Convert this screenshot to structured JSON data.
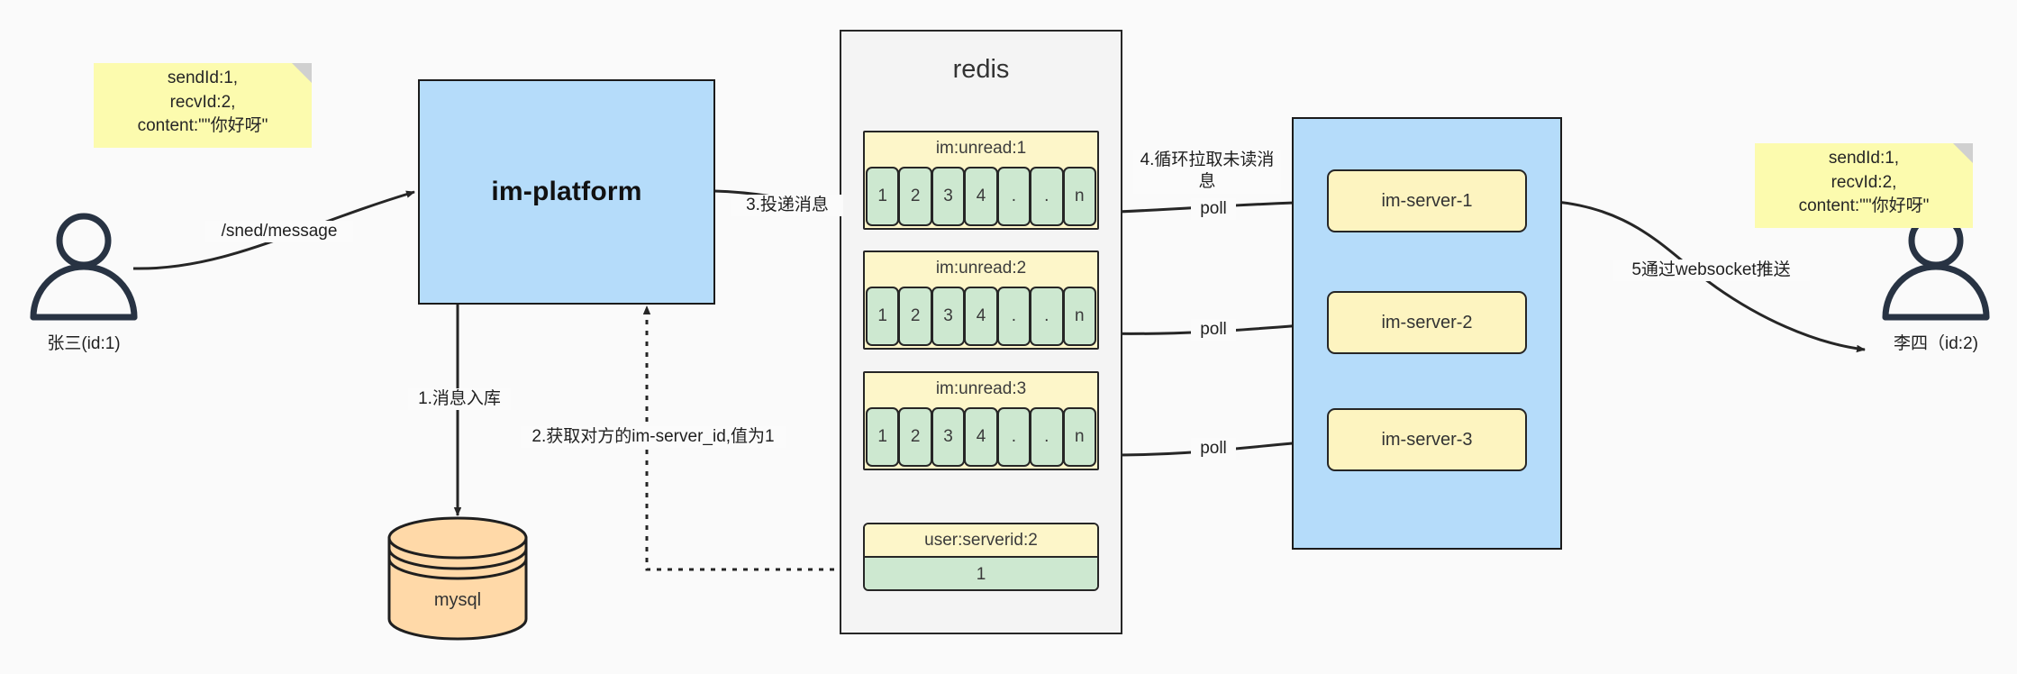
{
  "diagram": {
    "title": "IM message delivery architecture",
    "background": "#fafafa"
  },
  "notes": {
    "left": "sendId:1,\nrecvId:2,\ncontent:\"\"你好呀\"",
    "right": "sendId:1,\nrecvId:2,\ncontent:\"\"你好呀\""
  },
  "actors": {
    "sender": {
      "label": "张三(id:1)",
      "icon": "user-icon"
    },
    "receiver": {
      "label": "李四（id:2)",
      "icon": "user-icon"
    }
  },
  "platform": {
    "label": "im-platform"
  },
  "database": {
    "label": "mysql",
    "icon": "database-cylinder-icon"
  },
  "redis": {
    "title": "redis",
    "queues": [
      {
        "key": "im:unread:1",
        "cells": [
          "1",
          "2",
          "3",
          "4",
          ".",
          ".",
          "n"
        ]
      },
      {
        "key": "im:unread:2",
        "cells": [
          "1",
          "2",
          "3",
          "4",
          ".",
          ".",
          "n"
        ]
      },
      {
        "key": "im:unread:3",
        "cells": [
          "1",
          "2",
          "3",
          "4",
          ".",
          ".",
          "n"
        ]
      }
    ],
    "kv": {
      "key": "user:serverid:2",
      "value": "1"
    }
  },
  "servers": {
    "items": [
      {
        "label": "im-server-1"
      },
      {
        "label": "im-server-2"
      },
      {
        "label": "im-server-3"
      }
    ]
  },
  "edges": {
    "send_message": "/sned/message",
    "step1": "1.消息入库",
    "step2": "2.获取对方的im-server_id,值为1",
    "step3": "3.投递消息",
    "step4": "4.循环拉取未读消\n息",
    "step5": "5通过websocket推送",
    "poll1": "poll",
    "poll2": "poll",
    "poll3": "poll"
  },
  "colors": {
    "blue_fill": "#b5dcfa",
    "yellow_fill": "#fdf6c9",
    "green_fill": "#cde8d0",
    "sticky_fill": "#fcfbae",
    "db_fill": "#ffd9a8",
    "stroke": "#262626",
    "actor_stroke": "#283343"
  }
}
